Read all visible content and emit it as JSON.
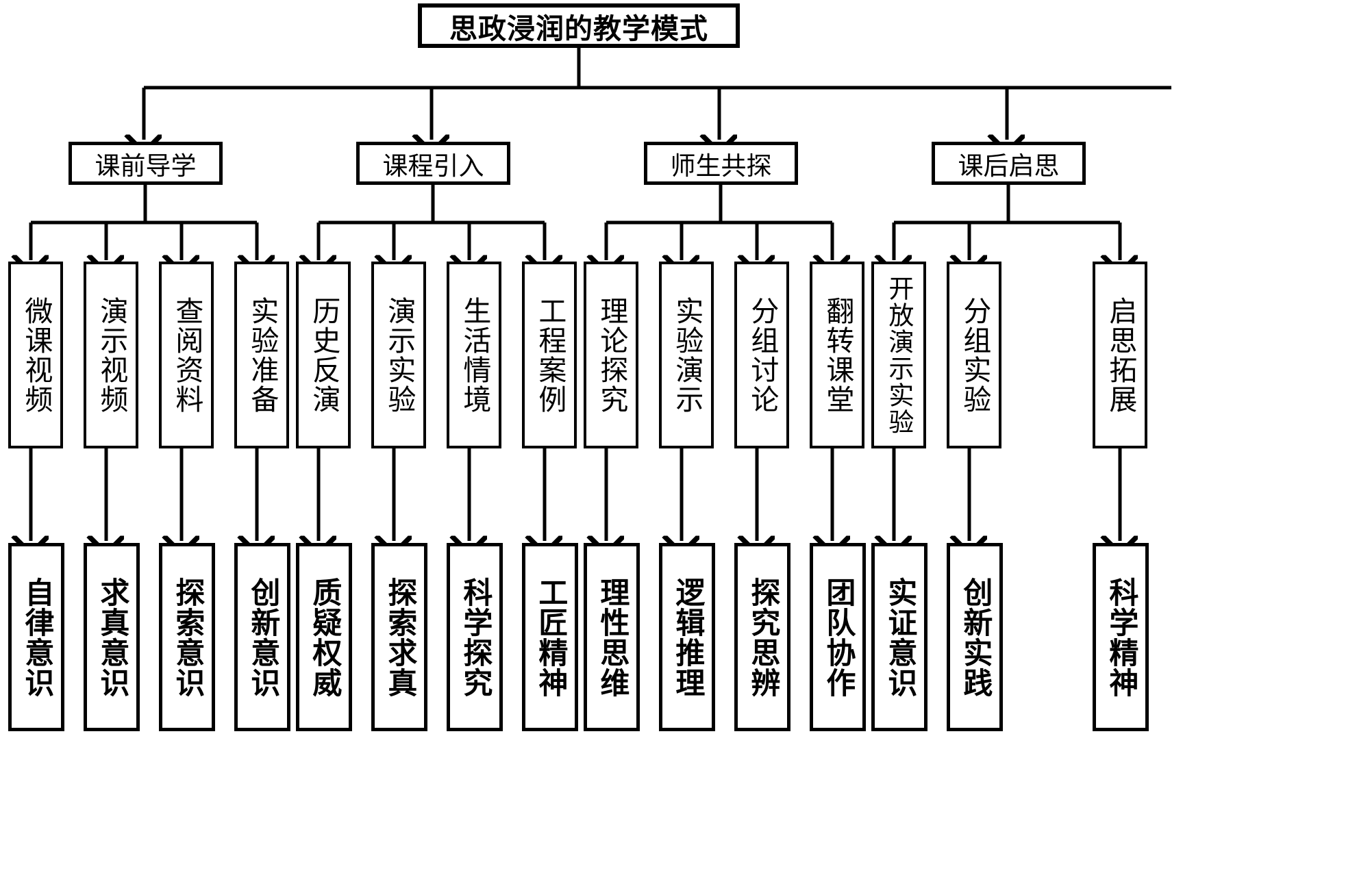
{
  "diagram": {
    "title": "思政浸润的教学模式",
    "type": "hierarchy-flowchart",
    "levels": 4,
    "colors": {
      "stroke": "#000000",
      "fill": "#ffffff",
      "text": "#000000"
    },
    "stages": [
      {
        "label": "课前导学",
        "activities": [
          "微课视频",
          "演示视频",
          "查阅资料",
          "实验准备"
        ],
        "values": [
          "自律意识",
          "求真意识",
          "探索意识",
          "创新意识"
        ]
      },
      {
        "label": "课程引入",
        "activities": [
          "历史反演",
          "演示实验",
          "生活情境",
          "工程案例"
        ],
        "values": [
          "质疑权威",
          "探索求真",
          "科学探究",
          "工匠精神"
        ]
      },
      {
        "label": "师生共探",
        "activities": [
          "理论探究",
          "实验演示",
          "分组讨论",
          "翻转课堂"
        ],
        "values": [
          "理性思维",
          "逻辑推理",
          "探究思辨",
          "团队协作"
        ]
      },
      {
        "label": "课后启思",
        "activities": [
          "开放演示实验",
          "分组实验",
          "启思拓展"
        ],
        "values": [
          "实证意识",
          "创新实践",
          "科学精神"
        ]
      }
    ]
  }
}
